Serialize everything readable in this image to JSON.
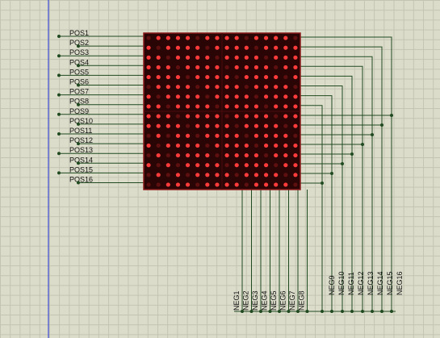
{
  "schematic": {
    "pos_labels": [
      "POS1",
      "POS2",
      "POS3",
      "POS4",
      "POS5",
      "POS6",
      "POS7",
      "POS8",
      "POS9",
      "POS10",
      "POS11",
      "POS12",
      "POS13",
      "POS14",
      "POS15",
      "POS16"
    ],
    "neg_labels": [
      "NEG1",
      "NEG2",
      "NEG3",
      "NEG4",
      "NEG5",
      "NEG6",
      "NEG7",
      "NEG8",
      "NEG9",
      "NEG10",
      "NEG11",
      "NEG12",
      "NEG13",
      "NEG14",
      "NEG15",
      "NEG16"
    ],
    "matrix": {
      "rows": 16,
      "cols": 16
    },
    "colors": {
      "wire": "#1f4a1f",
      "led_on": "#ff3b3b",
      "led_dim": "#5e1010",
      "matrix_bg": "#2a0505",
      "matrix_border": "#8a1a1a",
      "margin_line": "#1a2bd6"
    }
  }
}
